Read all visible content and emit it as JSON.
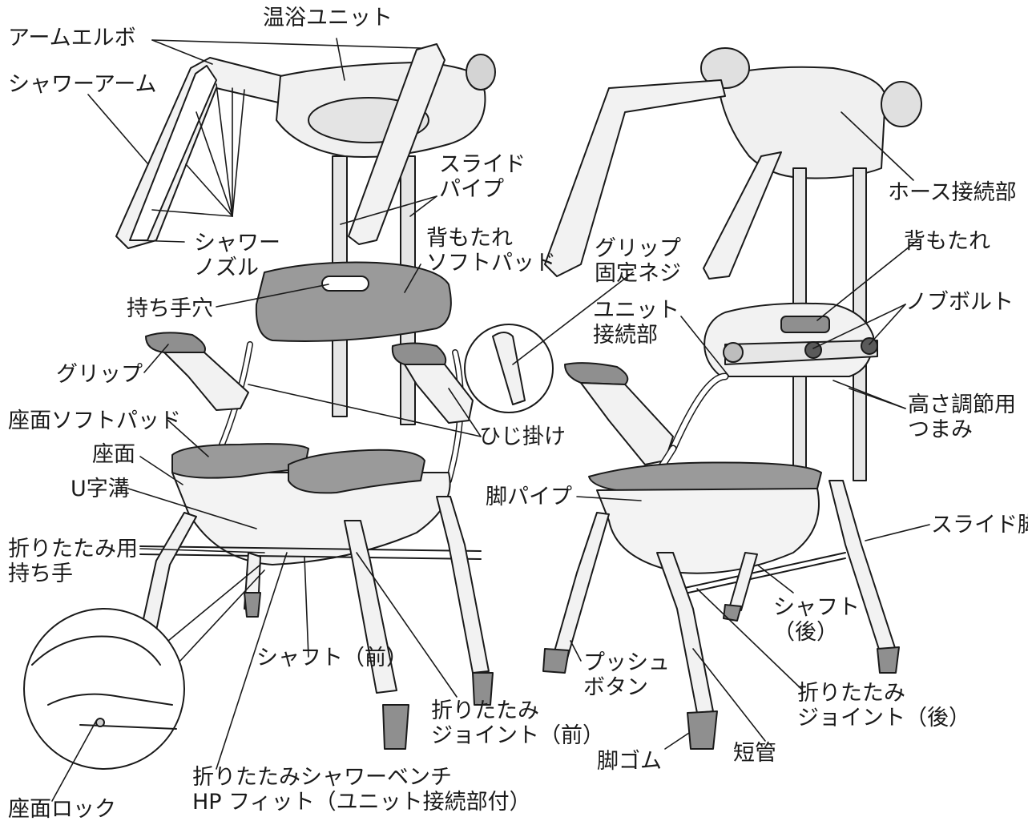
{
  "labels": {
    "onyoku_unit": "温浴ユニット",
    "arm_elbow": "アームエルボ",
    "shower_arm": "シャワーアーム",
    "slide_pipe_1": "スライド",
    "slide_pipe_2": "パイプ",
    "shower_nozzle_1": "シャワー",
    "shower_nozzle_2": "ノズル",
    "backrest_pad_1": "背もたれ",
    "backrest_pad_2": "ソフトパッド",
    "grip_screw_1": "グリップ",
    "grip_screw_2": "固定ネジ",
    "handle_hole": "持ち手穴",
    "grip": "グリップ",
    "seat_pad": "座面ソフトパッド",
    "seat": "座面",
    "u_groove": "U字溝",
    "fold_handle_1": "折りたたみ用",
    "fold_handle_2": "持ち手",
    "elbow_rest": "ひじ掛け",
    "shaft_front": "シャフト（前）",
    "fold_joint_front_1": "折りたたみ",
    "fold_joint_front_2": "ジョイント（前）",
    "product_name_1": "折りたたみシャワーベンチ",
    "product_name_2": "HP フィット（ユニット接続部付）",
    "seat_lock": "座面ロック",
    "hose_connection": "ホース接続部",
    "backrest": "背もたれ",
    "unit_connection_1": "ユニット",
    "unit_connection_2": "接続部",
    "knob_bolt": "ノブボルト",
    "height_knob_1": "高さ調節用",
    "height_knob_2": "つまみ",
    "leg_pipe": "脚パイプ",
    "slide_leg": "スライド脚",
    "shaft_rear_1": "シャフト",
    "shaft_rear_2": "（後）",
    "push_button_1": "プッシュ",
    "push_button_2": "ボタン",
    "fold_joint_rear_1": "折りたたみ",
    "fold_joint_rear_2": "ジョイント（後）",
    "leg_rubber": "脚ゴム",
    "short_pipe": "短管"
  },
  "colors": {
    "line": "#1a1a1a",
    "body_light": "#efefef",
    "pad_gray": "#9a9a9a",
    "metal": "#d9d9d9",
    "background": "#ffffff"
  }
}
